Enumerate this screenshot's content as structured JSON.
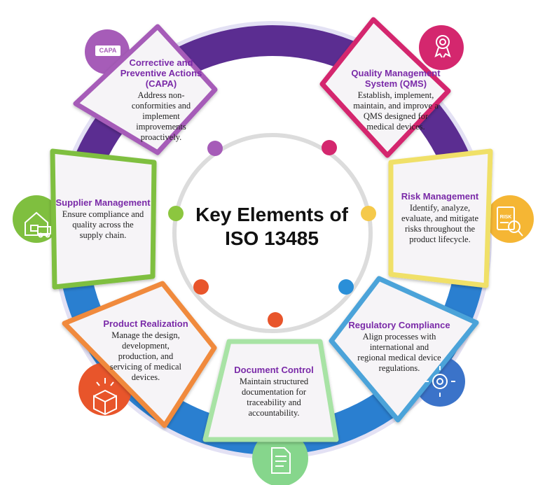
{
  "title_line1": "Key Elements of",
  "title_line2": "ISO 13485",
  "elements": [
    {
      "id": "capa",
      "title": "Corrective and Preventive Actions (CAPA)",
      "desc": "Address non-conformities and implement improvements proactively.",
      "badge": "CAPA",
      "color": "#a65cb8",
      "icon": "capa-badge-icon"
    },
    {
      "id": "qms",
      "title": "Quality Management System (QMS)",
      "desc": "Establish, implement, maintain, and improve a QMS designed for medical devices.",
      "color": "#d4276e",
      "icon": "award-ribbon-icon"
    },
    {
      "id": "risk",
      "title": "Risk Management",
      "desc": "Identify, analyze, evaluate, and mitigate risks throughout the product lifecycle.",
      "badge": "RISK",
      "color": "#f5b634",
      "icon": "risk-document-search-icon"
    },
    {
      "id": "reg",
      "title": "Regulatory Compliance",
      "desc": "Align processes with international and regional medical device regulations.",
      "color": "#3b73c9",
      "icon": "compliance-gear-icon"
    },
    {
      "id": "doc",
      "title": "Document Control",
      "desc": "Maintain structured documentation for traceability and accountability.",
      "color": "#86d68c",
      "icon": "document-icon"
    },
    {
      "id": "prod",
      "title": "Product Realization",
      "desc": "Manage the design, development, production, and servicing of medical devices.",
      "color": "#e8552b",
      "icon": "product-box-icon"
    },
    {
      "id": "sup",
      "title": "Supplier Management",
      "desc": "Ensure compliance and quality across the supply chain.",
      "color": "#7fbf3f",
      "icon": "warehouse-truck-icon"
    }
  ],
  "colors": {
    "ring_purple": "#5b2d91",
    "ring_blue": "#2a7fd0",
    "ring_light": "#e3e1f4",
    "inner_circle": "#dcdcdc"
  }
}
